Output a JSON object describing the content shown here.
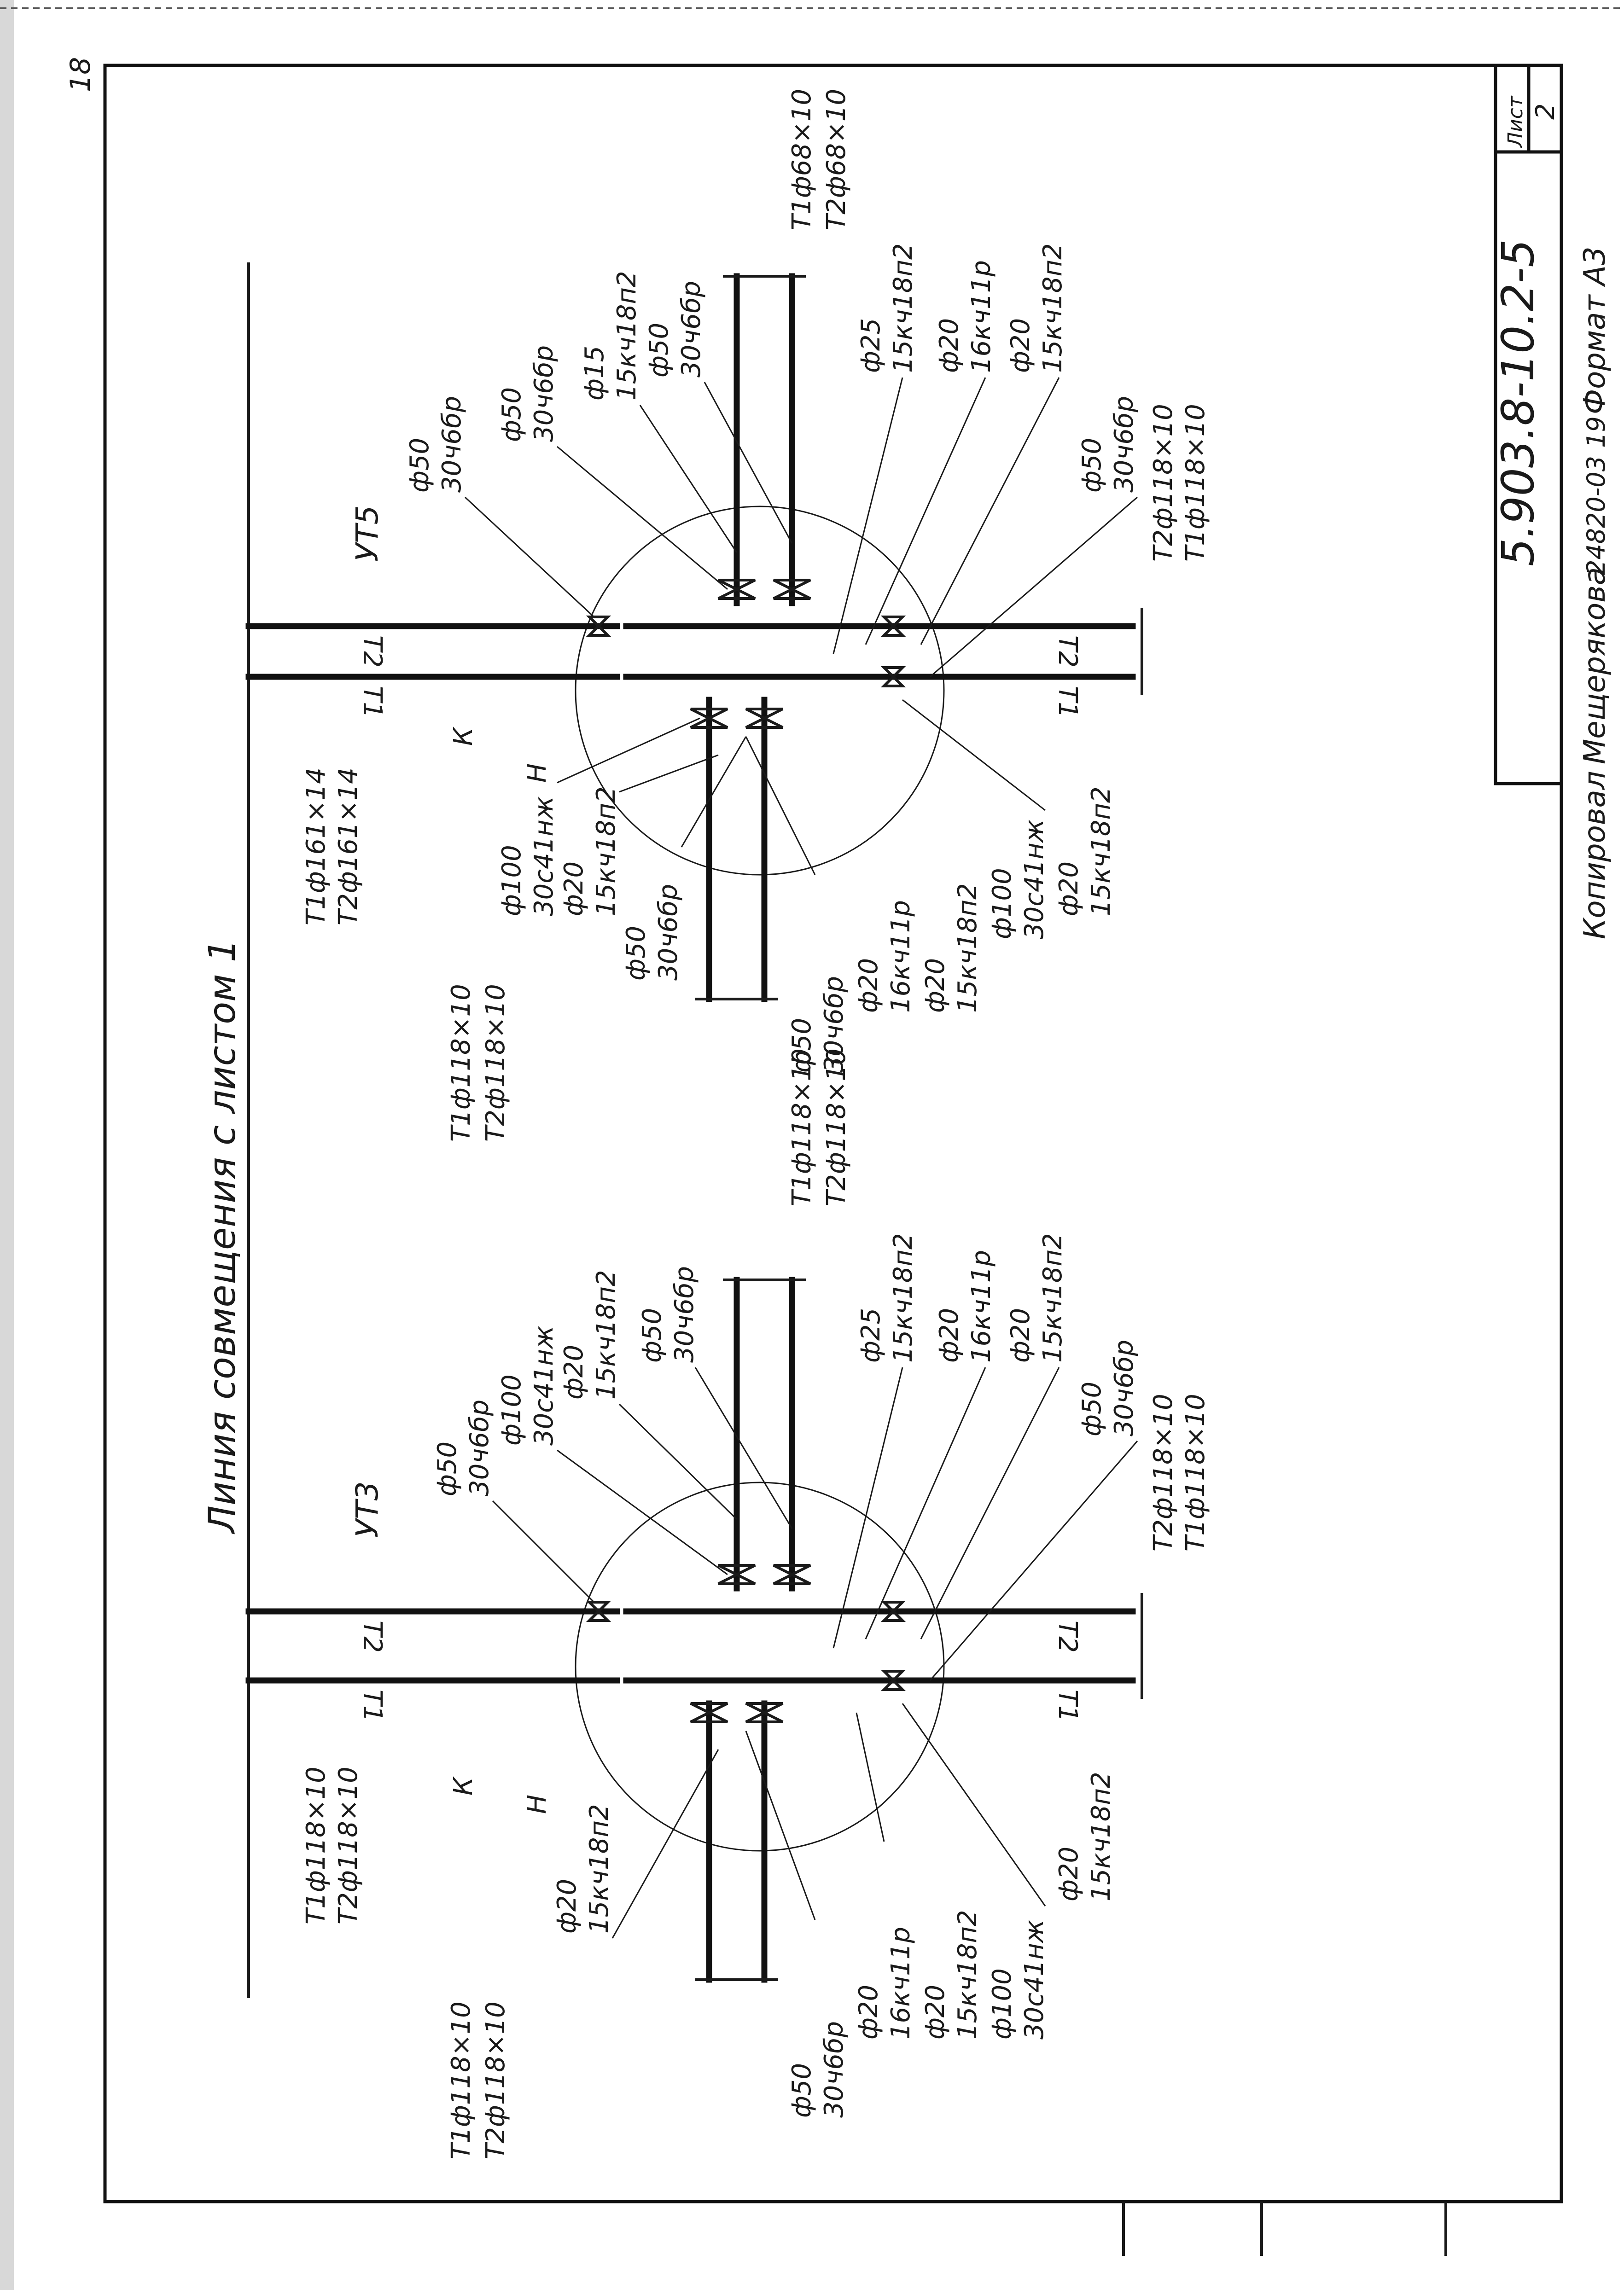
{
  "sheet": {
    "corner_number": "18",
    "title_box": {
      "sheet_label": "Лист",
      "sheet_number": "2",
      "document_code": "5.903.8-10.2-5"
    },
    "footer": {
      "copied_label": "Копировал",
      "copier_name": "Мещерякова",
      "order_number": "24820-03 19",
      "format": "Формат А3"
    }
  },
  "diagram": {
    "match_line": "Линия совмещения с листом 1",
    "unit_left": {
      "unit_name": "УТ3",
      "pipe_labels": [
        "Т1",
        "Т2"
      ],
      "top_branch": {
        "t1": "Т1ф118×10",
        "t2": "Т2ф118×10"
      },
      "main_line": {
        "t1": "Т1ф118×10",
        "t2": "Т2ф118×10"
      },
      "bottom_branch": {
        "t1": "Т1ф118×10",
        "t2": "Т2ф118×10"
      },
      "right_bottom_main": {
        "t1": "Т2ф118×10",
        "t2": "Т1ф118×10"
      },
      "fixture_k": "К",
      "fixture_h": "Н",
      "callouts_top": [
        {
          "dn": "ф50",
          "valve": "30ч6бр"
        },
        {
          "dn": "ф100",
          "valve": "30с41нж"
        },
        {
          "dn": "ф20",
          "valve": "15кч18п2"
        },
        {
          "dn": "ф50",
          "valve": "30ч6бр"
        }
      ],
      "callouts_right": [
        {
          "dn": "ф25",
          "valve": "15кч18п2"
        },
        {
          "dn": "ф20",
          "valve": "16кч11р"
        },
        {
          "dn": "ф20",
          "valve": "15кч18п2"
        },
        {
          "dn": "ф50",
          "valve": "30ч6бр"
        }
      ],
      "callouts_bottom": [
        {
          "dn": "ф20",
          "valve": "15кч18п2"
        },
        {
          "dn": "ф50",
          "valve": "30ч6бр"
        },
        {
          "dn": "ф20",
          "valve": "16кч11р"
        },
        {
          "dn": "ф20",
          "valve": "15кч18п2"
        },
        {
          "dn": "ф100",
          "valve": "30с41нж"
        },
        {
          "dn": "ф20",
          "valve": "15кч18п2"
        }
      ]
    },
    "unit_right": {
      "unit_name": "УТ5",
      "pipe_labels": [
        "Т1",
        "Т2"
      ],
      "top_branch": {
        "t1": "Т1ф68×10",
        "t2": "Т2ф68×10"
      },
      "main_line": {
        "t1": "Т1ф161×14",
        "t2": "Т2ф161×14"
      },
      "bottom_branch": {
        "t1": "Т1ф118×10",
        "t2": "Т2ф118×10"
      },
      "right_bottom_main": {
        "t1": "Т2ф118×10",
        "t2": "Т1ф118×10"
      },
      "fixture_k": "К",
      "fixture_h": "Н",
      "callouts_top": [
        {
          "dn": "ф50",
          "valve": "30ч6бр"
        },
        {
          "dn": "ф50",
          "valve": "30ч6бр"
        },
        {
          "dn": "ф15",
          "valve": "15кч18п2"
        },
        {
          "dn": "ф50",
          "valve": "30ч6бр"
        }
      ],
      "callouts_right": [
        {
          "dn": "ф25",
          "valve": "15кч18п2"
        },
        {
          "dn": "ф20",
          "valve": "16кч11р"
        },
        {
          "dn": "ф20",
          "valve": "15кч18п2"
        },
        {
          "dn": "ф50",
          "valve": "30ч6бр"
        }
      ],
      "callouts_bottom": [
        {
          "dn": "ф100",
          "valve": "30с41нж"
        },
        {
          "dn": "ф20",
          "valve": "15кч18п2"
        },
        {
          "dn": "ф50",
          "valve": "30ч6бр"
        },
        {
          "dn": "ф50",
          "valve": "30ч6бр"
        },
        {
          "dn": "ф20",
          "valve": "16кч11р"
        },
        {
          "dn": "ф20",
          "valve": "15кч18п2"
        },
        {
          "dn": "ф100",
          "valve": "30с41нж"
        },
        {
          "dn": "ф20",
          "valve": "15кч18п2"
        }
      ]
    }
  }
}
